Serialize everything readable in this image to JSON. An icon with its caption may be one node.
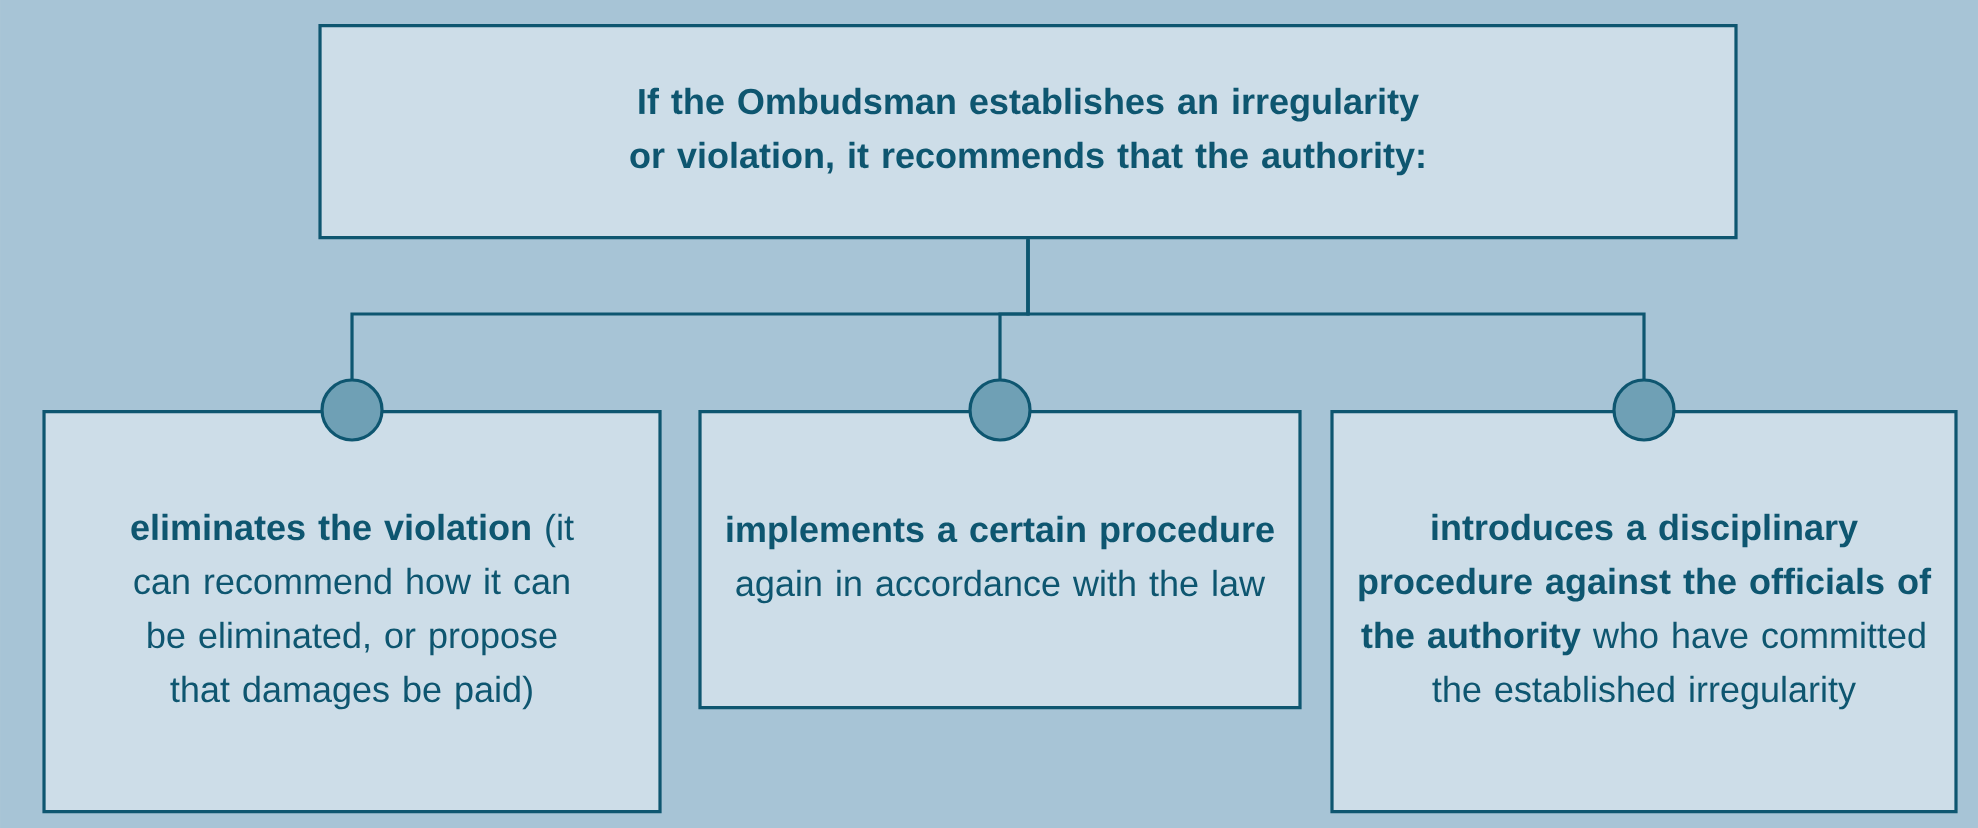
{
  "diagram": {
    "nodes": [
      {
        "text": [
          "If the Ombudsman establishes an irregularity or violation, it recommends that the authority:"
        ]
      },
      {
        "text": [
          "**eliminates the violation** (it can recommend how it can be eliminated, or propose that damages be paid)"
        ]
      },
      {
        "text": [
          "**implements a certain procedure** again in accordance with the law"
        ]
      },
      {
        "text": [
          "**introduces a disciplinary procedure against the officials of the authority** who have committed the established irregularity"
        ]
      }
    ],
    "edges": [
      {
        "from": 0,
        "to": 1,
        "arrow": "other"
      },
      {
        "from": 0,
        "to": 2,
        "arrow": "other"
      },
      {
        "from": 0,
        "to": 3,
        "arrow": "other"
      }
    ]
  }
}
